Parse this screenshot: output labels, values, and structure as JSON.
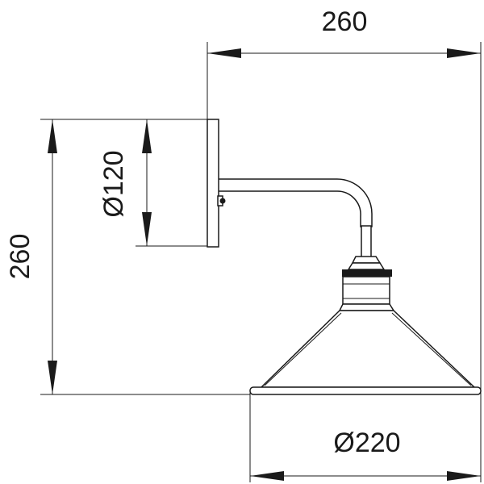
{
  "dimensions": {
    "overall_width": "260",
    "overall_height": "260",
    "backplate_diameter": "Ø120",
    "shade_diameter": "Ø220"
  },
  "colors": {
    "line": "#1a1a1a",
    "background": "#ffffff"
  }
}
